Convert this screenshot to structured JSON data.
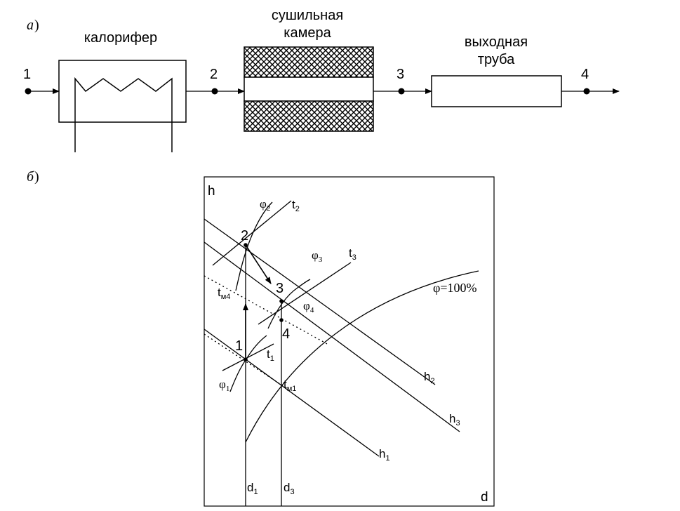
{
  "part_a": {
    "label": "а",
    "paren": ")",
    "heater_label": "калорифер",
    "chamber_label_line1": "сушильная",
    "chamber_label_line2": "камера",
    "pipe_label_line1": "выходная",
    "pipe_label_line2": "труба",
    "points": [
      "1",
      "2",
      "3",
      "4"
    ]
  },
  "part_b": {
    "label": "б",
    "paren": ")",
    "axis_h": "h",
    "axis_d": "d",
    "state_points": [
      "1",
      "2",
      "3",
      "4"
    ],
    "phi_sym": "φ",
    "phi_subs": [
      "1",
      "2",
      "3",
      "4"
    ],
    "t_sym": "t",
    "t_subs": [
      "1",
      "2",
      "3"
    ],
    "tm_subs": [
      "м4",
      "м1"
    ],
    "h_subs": [
      "1",
      "2",
      "3"
    ],
    "d_subs": [
      "1",
      "3"
    ],
    "saturation_label": "φ=100%"
  },
  "colors": {
    "ink": "#000000",
    "background": "#ffffff"
  }
}
